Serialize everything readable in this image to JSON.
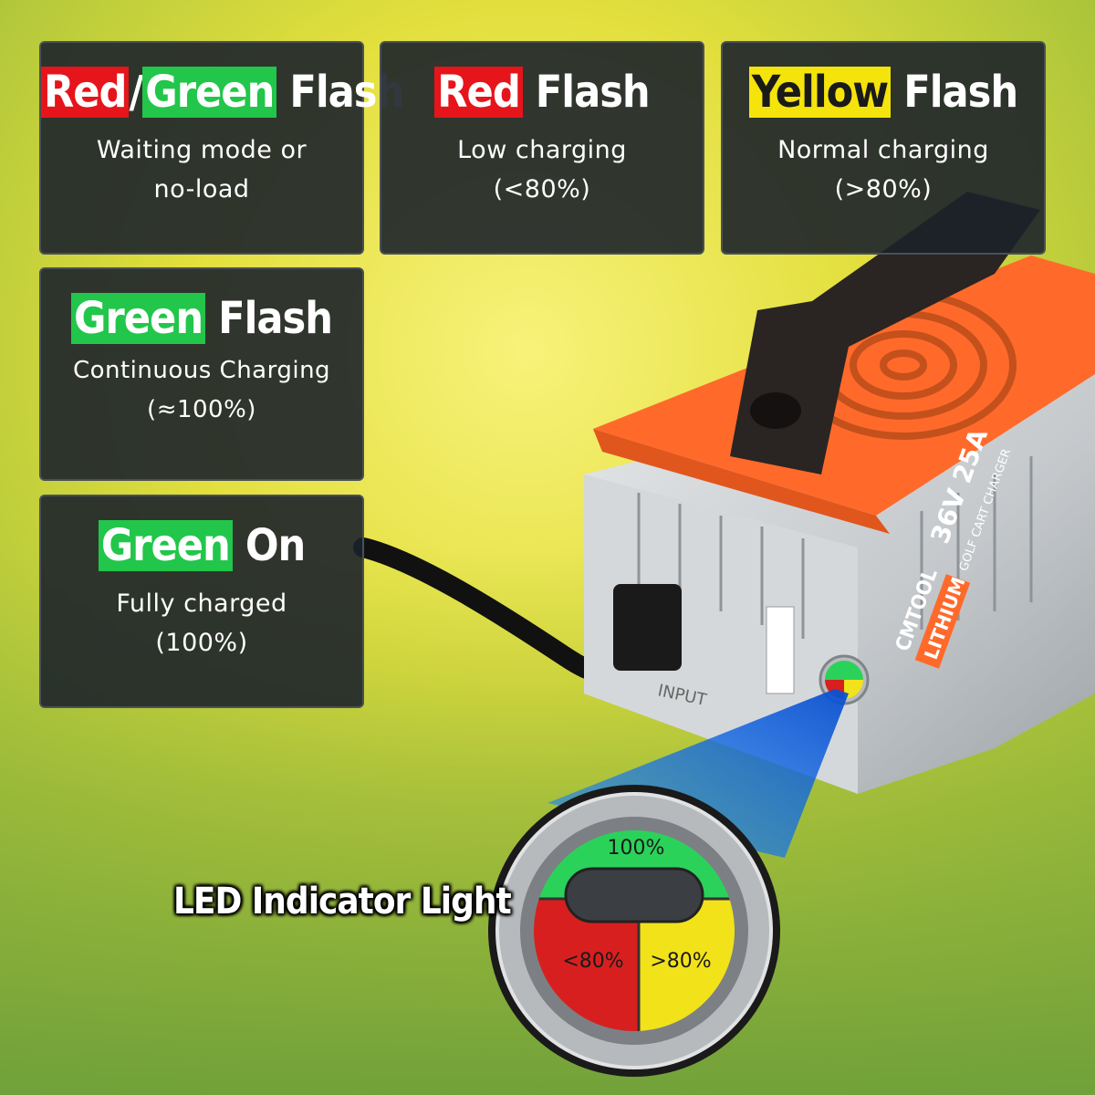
{
  "cards": [
    {
      "parts": [
        {
          "text": "Red",
          "color": "#e5151b"
        },
        {
          "text": "/",
          "color": null
        },
        {
          "text": "Green",
          "color": "#22c64a"
        },
        {
          "text": " Flash",
          "color": null
        }
      ],
      "lines": [
        "Waiting mode or",
        "no-load"
      ]
    },
    {
      "parts": [
        {
          "text": "Red",
          "color": "#e5151b"
        },
        {
          "text": " Flash",
          "color": null
        }
      ],
      "lines": [
        "Low charging",
        "(<80%)"
      ]
    },
    {
      "parts": [
        {
          "text": "Yellow",
          "color": "#f5e40c"
        },
        {
          "text": " Flash",
          "color": null
        }
      ],
      "lines": [
        "Normal charging",
        "(>80%)"
      ]
    },
    {
      "parts": [
        {
          "text": "Green",
          "color": "#22c64a"
        },
        {
          "text": " Flash",
          "color": null
        }
      ],
      "lines": [
        "Continuous Charging",
        "(≈100%)"
      ]
    },
    {
      "parts": [
        {
          "text": "Green",
          "color": "#22c64a"
        },
        {
          "text": " On",
          "color": null
        }
      ],
      "lines": [
        "Fully charged",
        "(100%)"
      ]
    }
  ],
  "charger": {
    "brand": "CMTOOL",
    "badge": "LITHIUM",
    "rating": "36V 25A",
    "type": "GOLF CART CHARGER",
    "port_label": "INPUT",
    "body_color": "#ff6a2b"
  },
  "led": {
    "label": "LED Indicator Light",
    "top": "100%",
    "bottom_left": "<80%",
    "bottom_right": ">80%",
    "colors": {
      "green": "#2bd25a",
      "red": "#d81f1f",
      "yellow": "#f2e21a"
    }
  }
}
